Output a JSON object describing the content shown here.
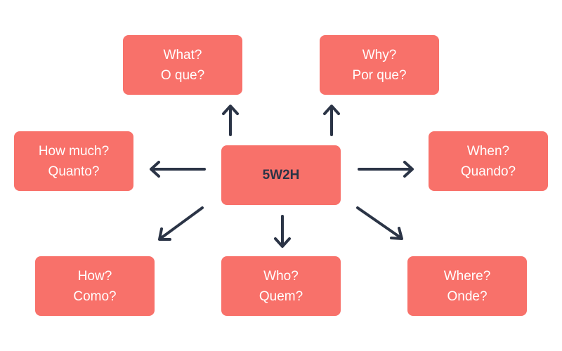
{
  "diagram": {
    "center": {
      "label": "5W2H"
    },
    "nodes": {
      "what": {
        "en": "What?",
        "pt": "O que?"
      },
      "why": {
        "en": "Why?",
        "pt": "Por que?"
      },
      "how_much": {
        "en": "How much?",
        "pt": "Quanto?"
      },
      "when": {
        "en": "When?",
        "pt": "Quando?"
      },
      "how": {
        "en": "How?",
        "pt": "Como?"
      },
      "who": {
        "en": "Who?",
        "pt": "Quem?"
      },
      "where": {
        "en": "Where?",
        "pt": "Onde?"
      }
    }
  },
  "colors": {
    "box": "#f8716a",
    "box_text": "#ffffff",
    "center_text": "#2b3446",
    "arrow": "#2b3446"
  }
}
